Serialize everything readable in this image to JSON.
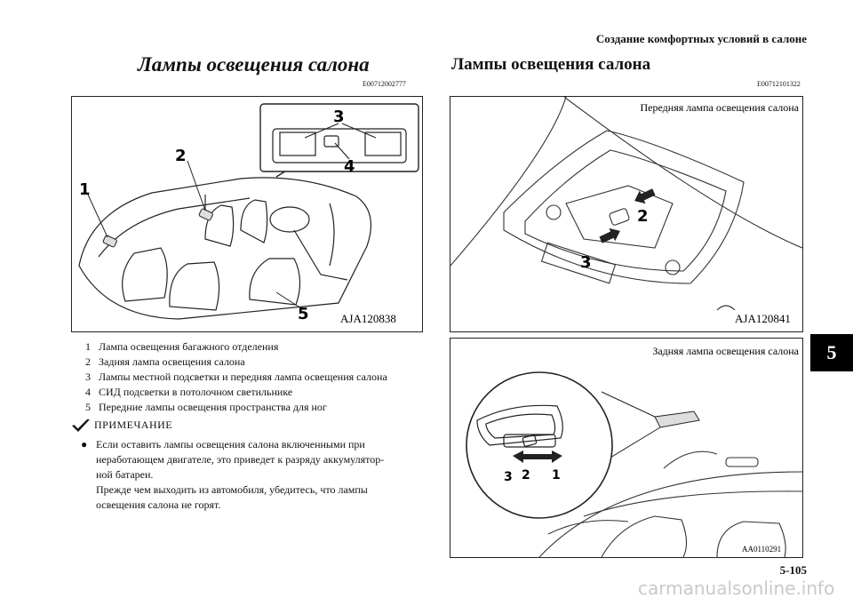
{
  "header": {
    "section_title": "Создание комфортных условий в салоне",
    "page_number": "5-105",
    "chapter_tab": "5"
  },
  "left": {
    "title": "Лампы освещения салона",
    "code": "E00712002777",
    "figure": {
      "code": "AJA120838",
      "callouts": [
        "1",
        "2",
        "3",
        "4",
        "5"
      ]
    },
    "legend": [
      {
        "num": "1",
        "text": "Лампа освещения багажного отделения"
      },
      {
        "num": "2",
        "text": "Задняя лампа освещения салона"
      },
      {
        "num": "3",
        "text": "Лампы местной подсветки и передняя лампа освещения салона"
      },
      {
        "num": "4",
        "text": "СИД подсветки в потолочном светильнике"
      },
      {
        "num": "5",
        "text": "Передние лампы освещения пространства для ног"
      }
    ],
    "note": {
      "heading": "ПРИМЕЧАНИЕ",
      "bullet": "●",
      "lines": [
        "Если оставить лампы освещения салона включенными при",
        "неработающем двигателе, это приведет к разряду аккумулятор-",
        "ной батареи.",
        "Прежде чем выходить из автомобиля, убедитесь, что лампы",
        "освещения салона не горят."
      ]
    }
  },
  "right": {
    "title": "Лампы освещения салона",
    "code": "E00712101322",
    "figure_front": {
      "caption": "Передняя лампа освещения салона",
      "code": "AJA120841",
      "callouts": [
        "2",
        "3"
      ]
    },
    "figure_rear": {
      "caption": "Задняя лампа освещения салона",
      "code": "AA0110291",
      "callouts": [
        "3",
        "2",
        "1"
      ]
    }
  },
  "watermark": "carmanualsonline.info"
}
